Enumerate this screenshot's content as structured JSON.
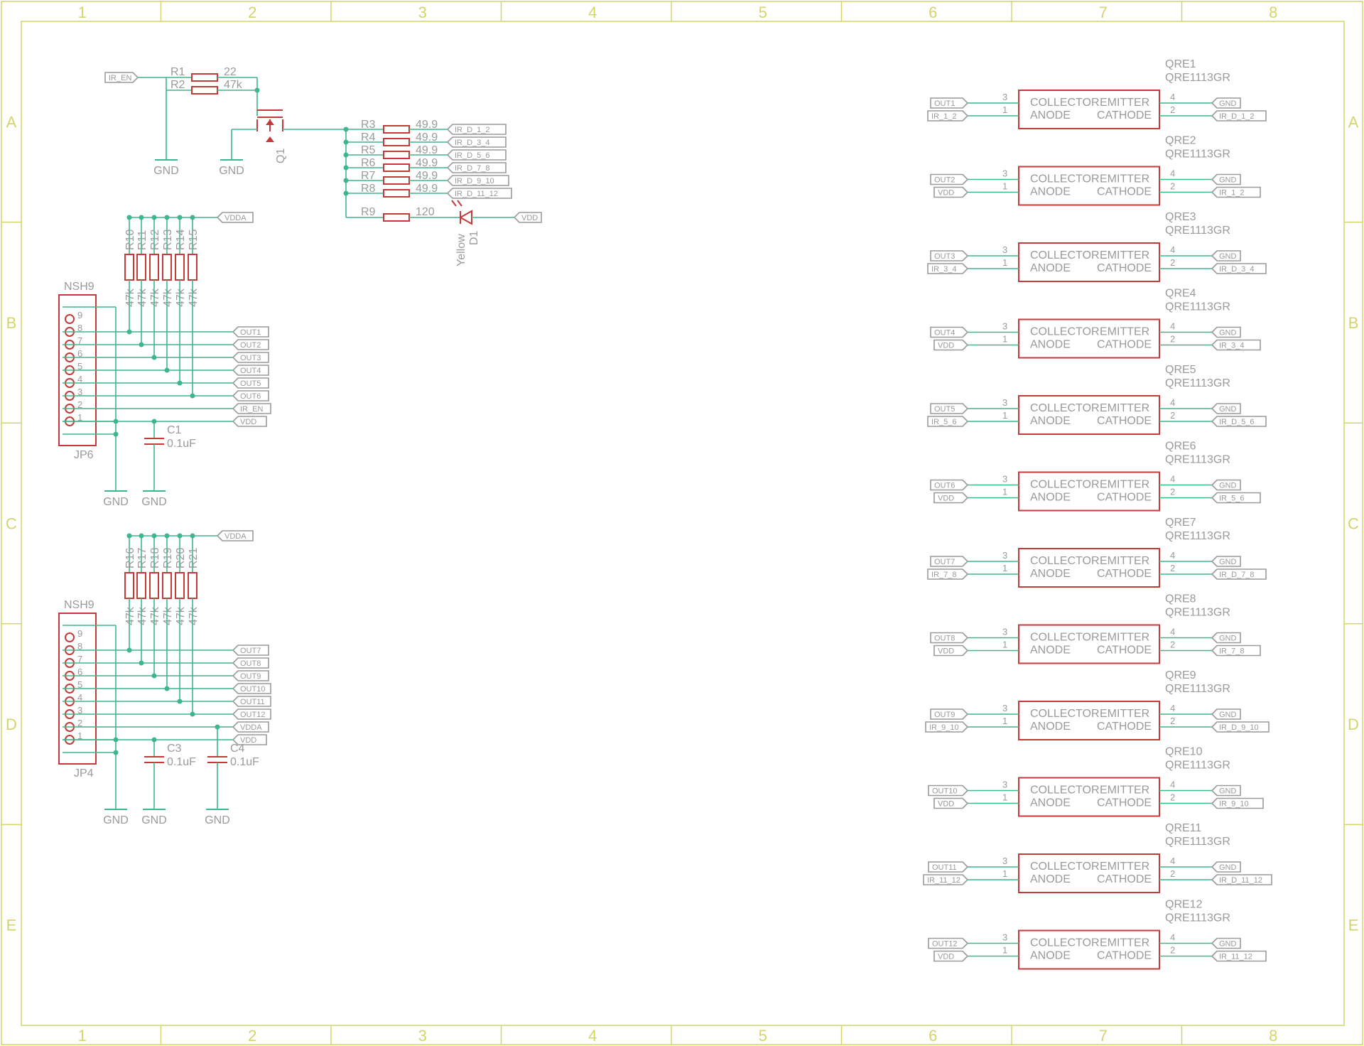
{
  "frame": {
    "cols": [
      "1",
      "2",
      "3",
      "4",
      "5",
      "6",
      "7",
      "8"
    ],
    "rows": [
      "A",
      "B",
      "C",
      "D",
      "E"
    ]
  },
  "gnd_label": "GND",
  "top_circuit": {
    "input_flag": "IR_EN",
    "r1": {
      "name": "R1",
      "value": "22"
    },
    "r2": {
      "name": "R2",
      "value": "47k"
    },
    "q1": "Q1",
    "ir_resistors": [
      {
        "name": "R3",
        "value": "49.9",
        "net": "IR_D_1_2"
      },
      {
        "name": "R4",
        "value": "49.9",
        "net": "IR_D_3_4"
      },
      {
        "name": "R5",
        "value": "49.9",
        "net": "IR_D_5_6"
      },
      {
        "name": "R6",
        "value": "49.9",
        "net": "IR_D_7_8"
      },
      {
        "name": "R7",
        "value": "49.9",
        "net": "IR_D_9_10"
      },
      {
        "name": "R8",
        "value": "49.9",
        "net": "IR_D_11_12"
      }
    ],
    "r9": {
      "name": "R9",
      "value": "120"
    },
    "d1": {
      "name": "D1",
      "value": "Yellow"
    },
    "vdd_flag": "VDD"
  },
  "connectors": [
    {
      "type": "NSH9",
      "name": "JP6",
      "pins": [
        "9",
        "8",
        "7",
        "6",
        "5",
        "4",
        "3",
        "2",
        "1"
      ],
      "pullup_net": "VDDA",
      "resistors": [
        {
          "name": "R10",
          "value": "47k"
        },
        {
          "name": "R11",
          "value": "47k"
        },
        {
          "name": "R12",
          "value": "47k"
        },
        {
          "name": "R13",
          "value": "47k"
        },
        {
          "name": "R14",
          "value": "47k"
        },
        {
          "name": "R15",
          "value": "47k"
        }
      ],
      "nets": [
        "OUT1",
        "OUT2",
        "OUT3",
        "OUT4",
        "OUT5",
        "OUT6",
        "IR_EN",
        "VDD"
      ],
      "caps": [
        {
          "name": "C1",
          "value": "0.1uF"
        }
      ]
    },
    {
      "type": "NSH9",
      "name": "JP4",
      "pins": [
        "9",
        "8",
        "7",
        "6",
        "5",
        "4",
        "3",
        "2",
        "1"
      ],
      "pullup_net": "VDDA",
      "resistors": [
        {
          "name": "R16",
          "value": "47k"
        },
        {
          "name": "R17",
          "value": "47k"
        },
        {
          "name": "R18",
          "value": "47k"
        },
        {
          "name": "R19",
          "value": "47k"
        },
        {
          "name": "R20",
          "value": "47k"
        },
        {
          "name": "R21",
          "value": "47k"
        }
      ],
      "nets": [
        "OUT7",
        "OUT8",
        "OUT9",
        "OUT10",
        "OUT11",
        "OUT12",
        "VDDA",
        "VDD"
      ],
      "caps": [
        {
          "name": "C3",
          "value": "0.1uF"
        },
        {
          "name": "C4",
          "value": "0.1uF"
        }
      ]
    }
  ],
  "qre_pins": {
    "collector": "COLLECTOR",
    "emitter": "EMITTER",
    "anode": "ANODE",
    "cathode": "CATHODE",
    "p3": "3",
    "p1": "1",
    "p4": "4",
    "p2": "2"
  },
  "qre": [
    {
      "name": "QRE1",
      "value": "QRE1113GR",
      "out": "OUT1",
      "in": "IR_1_2",
      "gnd": "GND",
      "cath": "IR_D_1_2"
    },
    {
      "name": "QRE2",
      "value": "QRE1113GR",
      "out": "OUT2",
      "in": "VDD",
      "gnd": "GND",
      "cath": "IR_1_2"
    },
    {
      "name": "QRE3",
      "value": "QRE1113GR",
      "out": "OUT3",
      "in": "IR_3_4",
      "gnd": "GND",
      "cath": "IR_D_3_4"
    },
    {
      "name": "QRE4",
      "value": "QRE1113GR",
      "out": "OUT4",
      "in": "VDD",
      "gnd": "GND",
      "cath": "IR_3_4"
    },
    {
      "name": "QRE5",
      "value": "QRE1113GR",
      "out": "OUT5",
      "in": "IR_5_6",
      "gnd": "GND",
      "cath": "IR_D_5_6"
    },
    {
      "name": "QRE6",
      "value": "QRE1113GR",
      "out": "OUT6",
      "in": "VDD",
      "gnd": "GND",
      "cath": "IR_5_6"
    },
    {
      "name": "QRE7",
      "value": "QRE1113GR",
      "out": "OUT7",
      "in": "IR_7_8",
      "gnd": "GND",
      "cath": "IR_D_7_8"
    },
    {
      "name": "QRE8",
      "value": "QRE1113GR",
      "out": "OUT8",
      "in": "VDD",
      "gnd": "GND",
      "cath": "IR_7_8"
    },
    {
      "name": "QRE9",
      "value": "QRE1113GR",
      "out": "OUT9",
      "in": "IR_9_10",
      "gnd": "GND",
      "cath": "IR_D_9_10"
    },
    {
      "name": "QRE10",
      "value": "QRE1113GR",
      "out": "OUT10",
      "in": "VDD",
      "gnd": "GND",
      "cath": "IR_9_10"
    },
    {
      "name": "QRE11",
      "value": "QRE1113GR",
      "out": "OUT11",
      "in": "IR_11_12",
      "gnd": "GND",
      "cath": "IR_D_11_12"
    },
    {
      "name": "QRE12",
      "value": "QRE1113GR",
      "out": "OUT12",
      "in": "VDD",
      "gnd": "GND",
      "cath": "IR_11_12"
    }
  ]
}
